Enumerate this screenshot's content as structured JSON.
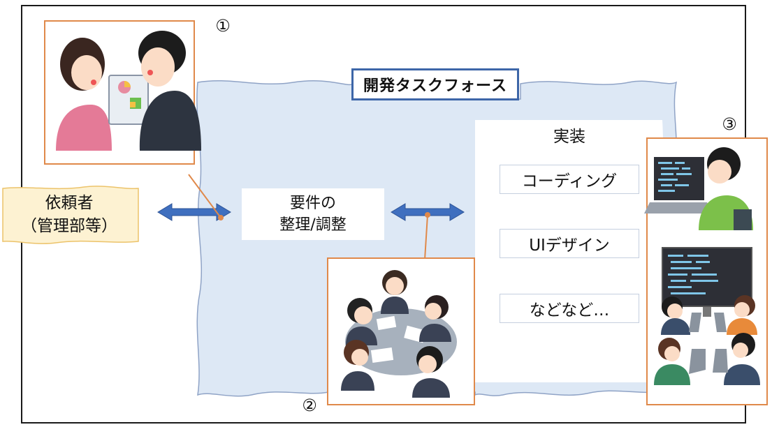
{
  "diagram": {
    "title": "開発タスクフォース",
    "requester": {
      "line1": "依頼者",
      "line2": "（管理部等）"
    },
    "requirements": {
      "line1": "要件の",
      "line2": "整理/調整"
    },
    "implementation": {
      "heading": "実装",
      "items": [
        "コーディング",
        "UIデザイン",
        "などなど…"
      ]
    },
    "markers": [
      "①",
      "②",
      "③"
    ]
  },
  "colors": {
    "frame": "#1a1a1a",
    "taskforce_fill": "#dde8f5",
    "taskforce_border": "#8fa3c6",
    "title_border": "#3d66a8",
    "arrow": "#3f6fbf",
    "photo_border": "#e0894a",
    "requester_fill": "#fdf2d2",
    "requester_border": "#ecc36a"
  },
  "icons": [
    "person-consultation-illustration",
    "team-meeting-illustration",
    "developers-illustration"
  ]
}
